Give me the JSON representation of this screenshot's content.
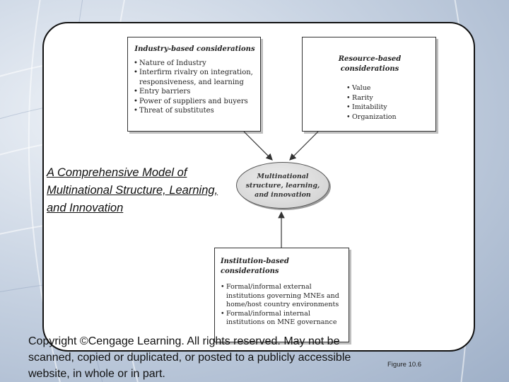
{
  "diagram": {
    "industry_box": {
      "heading": "Industry-based considerations",
      "items": [
        "Nature of Industry",
        "Interfirm rivalry on integration, responsiveness, and learning",
        "Entry barriers",
        "Power of suppliers and buyers",
        "Threat of substitutes"
      ]
    },
    "resource_box": {
      "heading": "Resource-based considerations",
      "items": [
        "Value",
        "Rarity",
        "Imitability",
        "Organization"
      ]
    },
    "center": {
      "label": "Multinational structure, learning, and innovation"
    },
    "institution_box": {
      "heading": "Institution-based considerations",
      "items": [
        "Formal/informal external institutions governing MNEs and home/host country environments",
        "Formal/informal internal institutions on MNE governance"
      ]
    }
  },
  "slide": {
    "title": "A Comprehensive Model of Multinational Structure, Learning, and Innovation",
    "copyright": "Copyright ©Cengage Learning. All rights reserved. May not be scanned, copied or duplicated, or posted to a publicly accessible website, in whole or in part.",
    "figure_label": "Figure 10.6"
  }
}
